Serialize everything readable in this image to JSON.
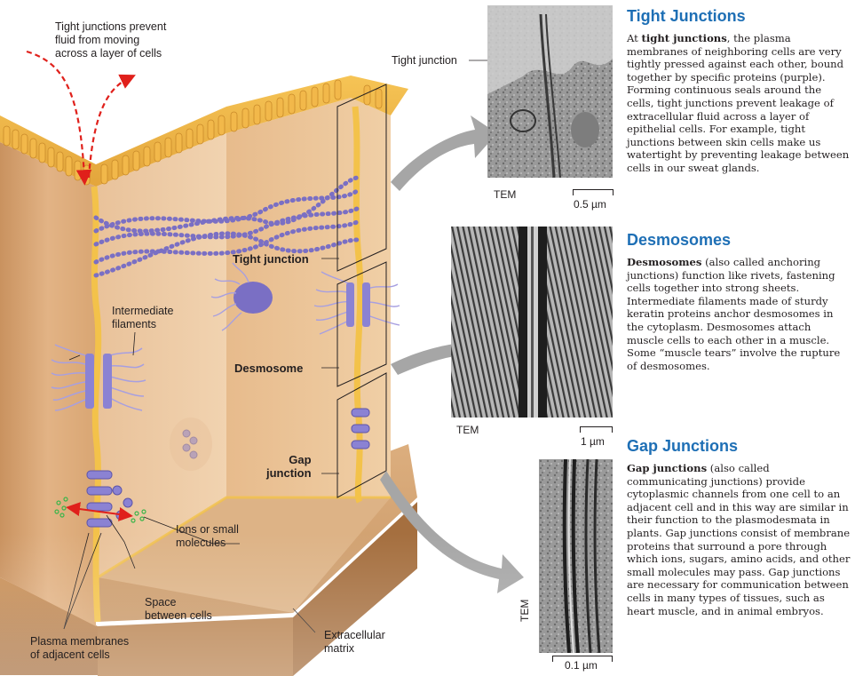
{
  "diagram": {
    "caption_top": [
      "Tight junctions prevent",
      "fluid from moving",
      "across a layer of cells"
    ],
    "labels": {
      "tight_junction_micro": "Tight junction",
      "tight_junction": "Tight junction",
      "intermediate_filaments": [
        "Intermediate",
        "filaments"
      ],
      "desmosome": "Desmosome",
      "gap_junction": [
        "Gap",
        "junction"
      ],
      "ions": [
        "Ions or small",
        "molecules"
      ],
      "space": [
        "Space",
        "between cells"
      ],
      "plasma": [
        "Plasma membranes",
        "of adjacent cells"
      ],
      "ecm": [
        "Extracellular",
        "matrix"
      ]
    },
    "micrographs": [
      {
        "tag": "TEM",
        "scale": "0.5 µm"
      },
      {
        "tag": "TEM",
        "scale": "1 µm"
      },
      {
        "tag": "TEM",
        "scale": "0.1 µm"
      }
    ]
  },
  "sections": [
    {
      "title": "Tight Junctions",
      "term": "tight junctions",
      "lead": "At ",
      "body": ", the plasma membranes of neighboring cells are very tightly pressed against each other, bound together by specific proteins (purple). Forming continuous seals around the cells, tight junctions prevent leakage of extracellular fluid across a layer of epithelial cells. For example, tight junctions between skin cells make us watertight by preventing leakage between cells in our sweat glands."
    },
    {
      "title": "Desmosomes",
      "term": "Desmosomes",
      "lead": "",
      "body": " (also called anchoring junctions) function like rivets, fastening cells together into strong sheets. Intermediate filaments made of sturdy keratin proteins anchor desmosomes in the cytoplasm. Desmosomes attach muscle cells to each other in a muscle. Some “muscle tears” involve the rupture of desmosomes."
    },
    {
      "title": "Gap Junctions",
      "term": "Gap junctions",
      "lead": "",
      "body": " (also called communicating junctions) provide cytoplasmic channels from one cell to an adjacent cell and in this way are similar in their function to the plasmodesmata in plants. Gap junctions consist of membrane proteins that surround a pore through which ions, sugars, amino acids, and other small molecules may pass. Gap junctions are necessary for communication between cells in many types of tissues, such as heart muscle, and in animal embryos."
    }
  ],
  "colors": {
    "heading": "#1e6fb5",
    "cell": "#e8b98a",
    "cell_dark": "#b07a4c",
    "membrane": "#f3c24a",
    "protein": "#7a6fc4",
    "arrow_red": "#e0201b",
    "ion_green": "#3bb54a"
  }
}
